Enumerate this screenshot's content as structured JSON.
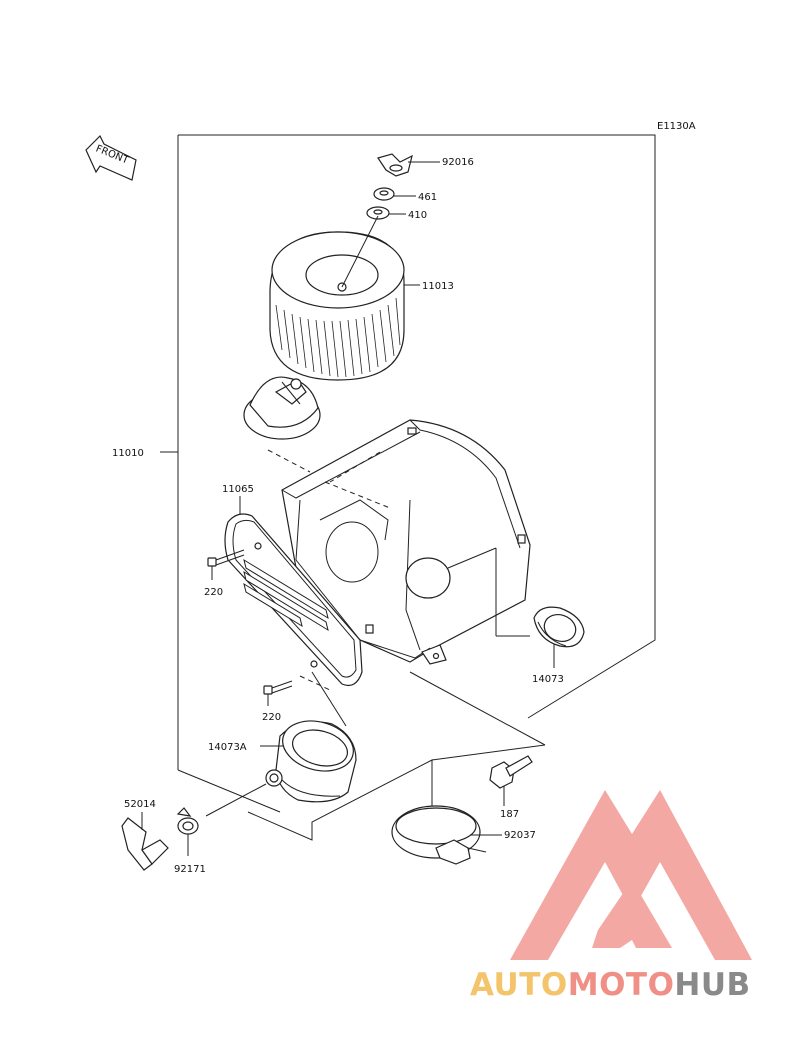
{
  "diagram": {
    "code": "E1130A",
    "front_label": "FRONT",
    "parts": {
      "p92016": "92016",
      "p461": "461",
      "p410": "410",
      "p11013": "11013",
      "p11010": "11010",
      "p11065": "11065",
      "p220a": "220",
      "p220b": "220",
      "p14073": "14073",
      "p14073A": "14073A",
      "p187": "187",
      "p52014": "52014",
      "p92171": "92171",
      "p92037": "92037"
    }
  },
  "watermark": {
    "part1": "AUTO",
    "part2": "MOTO",
    "part3": "HUB",
    "colors": {
      "auto": "#f3c46a",
      "moto": "#ef8f86",
      "hub": "#8a8a8a",
      "logo": "#f08c86"
    }
  }
}
